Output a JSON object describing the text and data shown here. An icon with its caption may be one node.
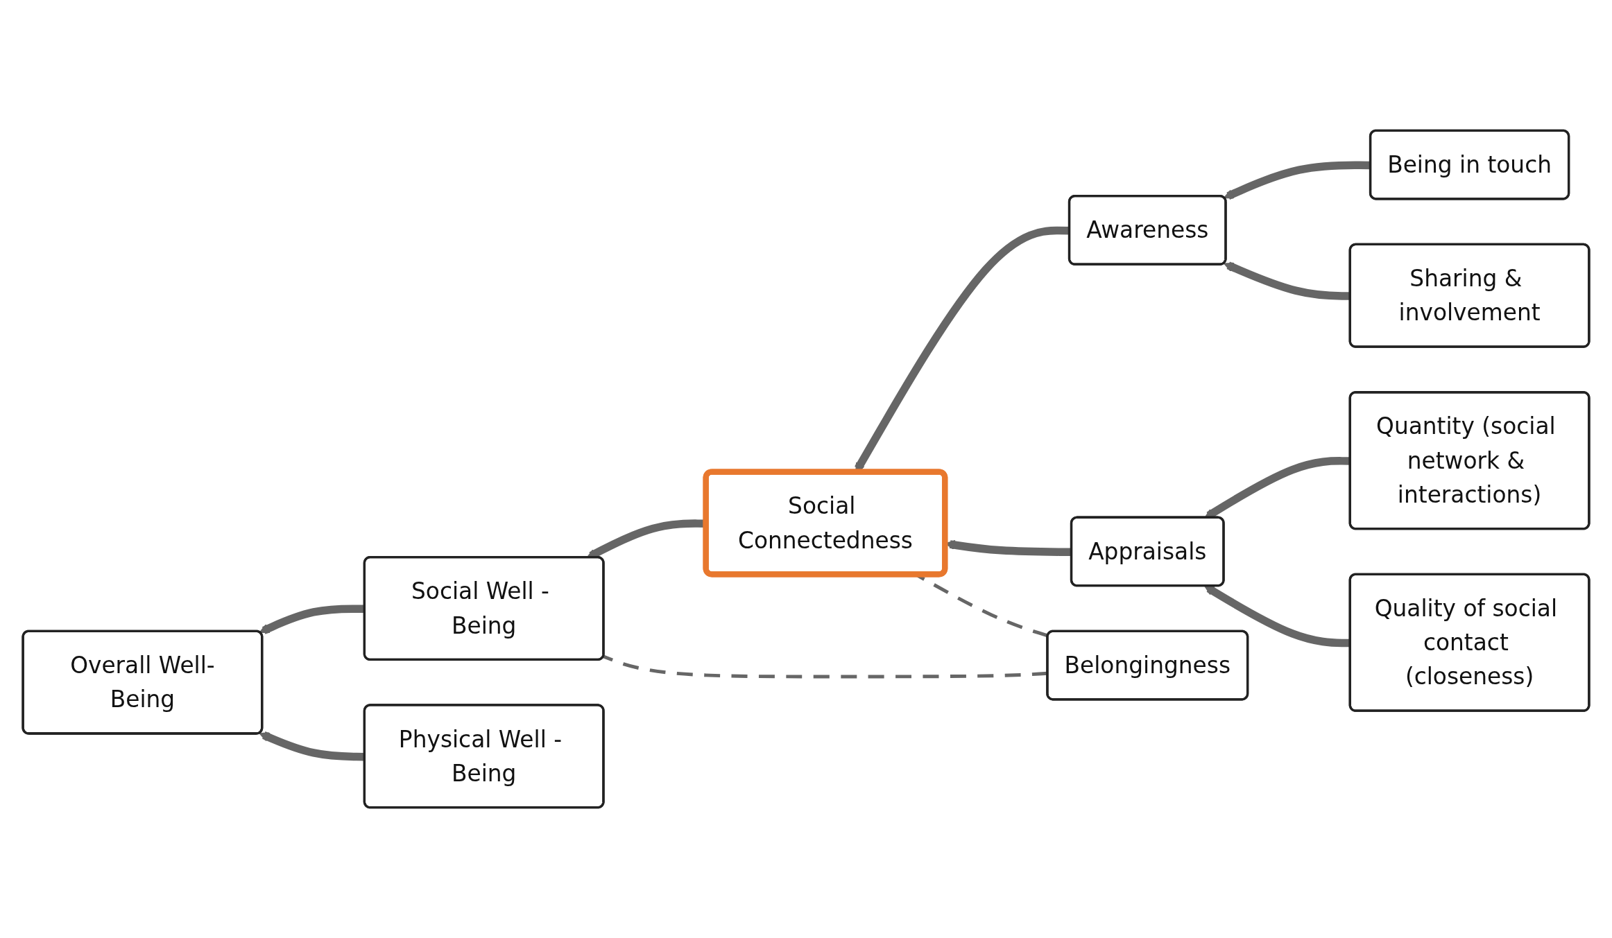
{
  "diagram": {
    "nodes": [
      {
        "text": [
          "Belongingness"
        ]
      },
      {
        "text": [
          "Being in touch"
        ]
      },
      {
        "text": [
          "Awareness"
        ]
      },
      {
        "text": [
          "Sharing & involvement"
        ]
      },
      {
        "text": [
          "Social Well - Being"
        ]
      },
      {
        "text": [
          "Social Connectedness"
        ]
      },
      {
        "text": [
          "Overall Well-Being"
        ]
      },
      {
        "text": [
          "Quantity (social network & interactions)"
        ]
      },
      {
        "text": [
          "Appraisals"
        ]
      },
      {
        "text": [
          "Physical Well - Being"
        ]
      },
      {
        "text": [
          "Quality of social contact (closeness)"
        ]
      }
    ],
    "edges": [
      {
        "from": 5,
        "to": 4,
        "arrow": "to"
      },
      {
        "from": 4,
        "to": 6,
        "arrow": "to"
      },
      {
        "from": 9,
        "to": 6,
        "arrow": "to"
      },
      {
        "from": 2,
        "to": 5,
        "arrow": "to"
      },
      {
        "from": 8,
        "to": 5,
        "arrow": "to"
      },
      {
        "from": 1,
        "to": 2,
        "arrow": "to"
      },
      {
        "from": 3,
        "to": 2,
        "arrow": "to"
      },
      {
        "from": 7,
        "to": 8,
        "arrow": "to"
      },
      {
        "from": 10,
        "to": 8,
        "arrow": "to"
      },
      {
        "from": 0,
        "to": 4,
        "arrow": "none",
        "style": "dashed"
      },
      {
        "from": 0,
        "to": 5,
        "arrow": "none",
        "style": "dashed"
      }
    ]
  }
}
